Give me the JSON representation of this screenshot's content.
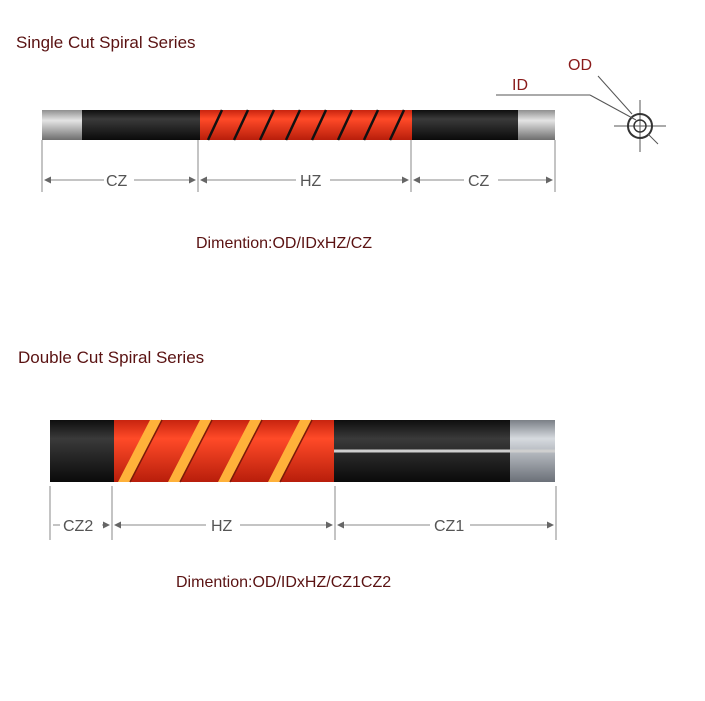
{
  "single": {
    "title": "Single Cut Spiral Series",
    "labels": {
      "cz_left": "CZ",
      "hz": "HZ",
      "cz_right": "CZ",
      "od": "OD",
      "id": "ID"
    },
    "formula": "Dimention:OD/IDxHZ/CZ"
  },
  "double": {
    "title": "Double Cut Spiral Series",
    "labels": {
      "cz2": "CZ2",
      "hz": "HZ",
      "cz1": "CZ1"
    },
    "formula": "Dimention:OD/IDxHZ/CZ1CZ2"
  },
  "colors": {
    "title_text": "#5a1212",
    "heating_zone": "#e8341c",
    "rod_body": "#1e1e1e",
    "rod_end": "#b9b9b9",
    "dimension_line": "#777777"
  }
}
